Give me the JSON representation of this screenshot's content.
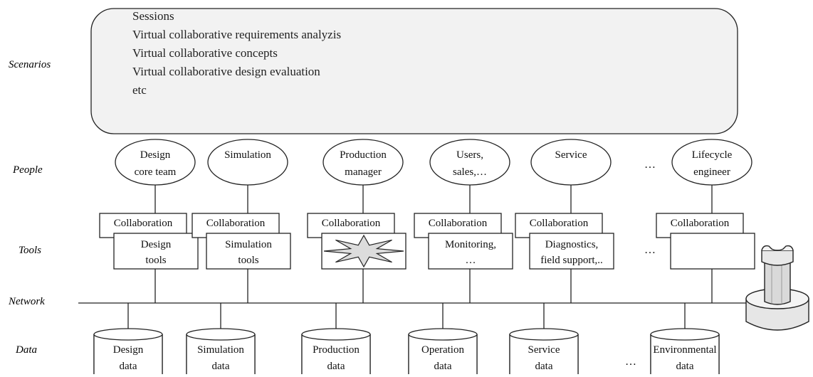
{
  "row_labels": {
    "scenarios": "Scenarios",
    "people": "People",
    "tools": "Tools",
    "network": "Network",
    "data": "Data"
  },
  "scenarios": [
    "Sessions",
    "Virtual collaborative requirements analyzis",
    "Virtual collaborative concepts",
    "Virtual collaborative design evaluation",
    "etc"
  ],
  "people": [
    {
      "line1": "Design",
      "line2": "core team"
    },
    {
      "line1": "Simulation",
      "line2": ""
    },
    {
      "line1": "Production",
      "line2": "manager"
    },
    {
      "line1": "Users,",
      "line2": "sales,…"
    },
    {
      "line1": "Service",
      "line2": ""
    },
    {
      "line1": "Lifecycle",
      "line2": "engineer"
    }
  ],
  "ellipsis": "…",
  "collaboration_label": "Collaboration",
  "tools": [
    {
      "line1": "Design",
      "line2": "tools"
    },
    {
      "line1": "Simulation",
      "line2": "tools"
    },
    {
      "line1": "",
      "line2": "",
      "star": true
    },
    {
      "line1": "Monitoring,",
      "line2": "…"
    },
    {
      "line1": "Diagnostics,",
      "line2": "field support,.."
    },
    {
      "line1": "",
      "line2": ""
    }
  ],
  "data_stores": [
    {
      "line1": "Design",
      "line2": "data"
    },
    {
      "line1": "Simulation",
      "line2": "data"
    },
    {
      "line1": "Production",
      "line2": "data"
    },
    {
      "line1": "Operation",
      "line2": "data"
    },
    {
      "line1": "Service",
      "line2": "data"
    },
    {
      "line1": "Environmental",
      "line2": "data"
    }
  ]
}
